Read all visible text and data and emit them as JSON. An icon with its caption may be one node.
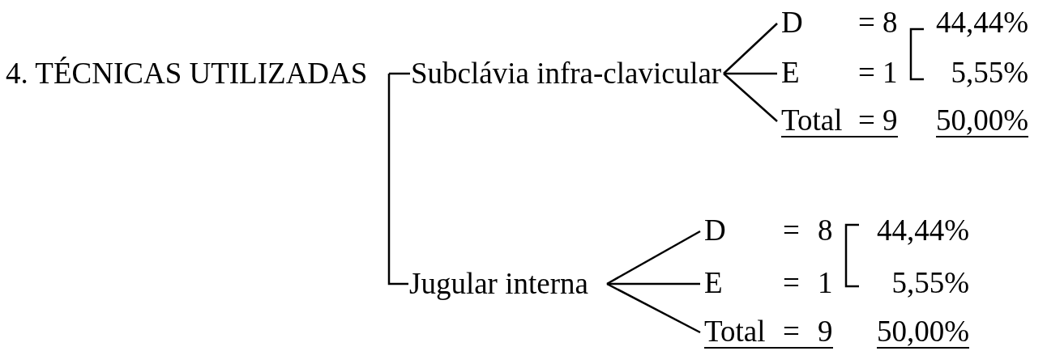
{
  "diagram": {
    "nodes": [
      {
        "text": [
          "4. TÉCNICAS UTILIZADAS"
        ]
      },
      {
        "text": [
          "Subclávia infra-clavicular"
        ]
      },
      {
        "text": [
          "D",
          "= 8"
        ],
        "beside": [
          "44,44%"
        ]
      },
      {
        "text": [
          "E",
          "= 1"
        ],
        "beside": [
          "5,55%"
        ]
      },
      {
        "text": [
          "Total",
          "= 9"
        ],
        "beside": [
          "50,00%"
        ]
      },
      {
        "text": [
          "Jugular interna"
        ]
      },
      {
        "text": [
          "D",
          "= 8"
        ],
        "beside": [
          "44,44%"
        ]
      },
      {
        "text": [
          "E",
          "= 1"
        ],
        "beside": [
          "5,55%"
        ]
      },
      {
        "text": [
          "Total",
          "= 9"
        ],
        "beside": [
          "50,00%"
        ]
      }
    ],
    "edges": [
      {
        "from": 0,
        "to": 1,
        "arrow": "none"
      },
      {
        "from": 0,
        "to": 5,
        "arrow": "none"
      },
      {
        "from": 1,
        "to": 2,
        "arrow": "none"
      },
      {
        "from": 1,
        "to": 3,
        "arrow": "none"
      },
      {
        "from": 1,
        "to": 4,
        "arrow": "none"
      },
      {
        "from": 5,
        "to": 6,
        "arrow": "none"
      },
      {
        "from": 5,
        "to": 7,
        "arrow": "none"
      },
      {
        "from": 5,
        "to": 8,
        "arrow": "none"
      }
    ]
  }
}
